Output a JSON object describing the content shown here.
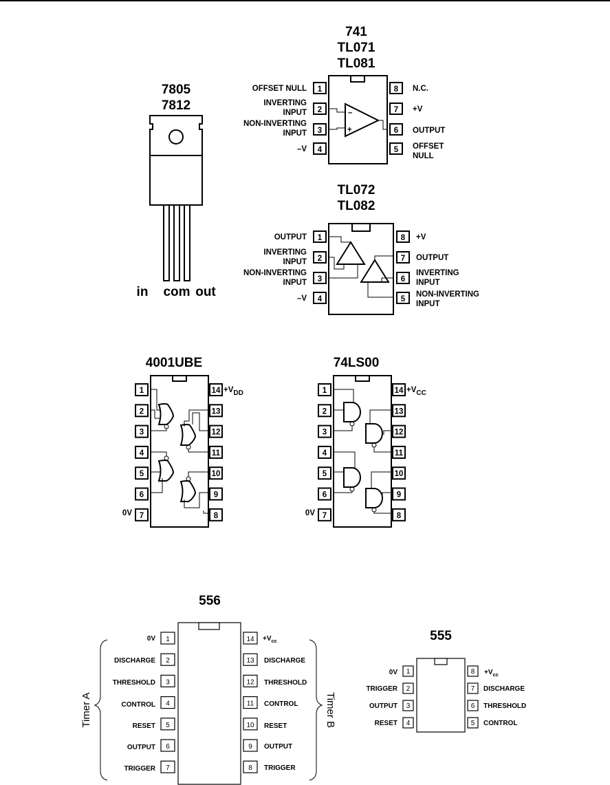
{
  "reg": {
    "title1": "7805",
    "title2": "7812",
    "pins": [
      "in",
      "com",
      "out"
    ]
  },
  "op741": {
    "title1": "741",
    "title2": "TL071",
    "title3": "TL081",
    "pins": {
      "1": "1",
      "2": "2",
      "3": "3",
      "4": "4",
      "5": "5",
      "6": "6",
      "7": "7",
      "8": "8"
    },
    "left": [
      "OFFSET NULL",
      "INVERTING",
      "INPUT",
      "NON-INVERTING",
      "INPUT",
      "–V"
    ],
    "right": [
      "N.C.",
      "+V",
      "OUTPUT",
      "OFFSET",
      "NULL"
    ],
    "minus": "–",
    "plus": "+"
  },
  "op072": {
    "title1": "TL072",
    "title2": "TL082",
    "left": [
      "OUTPUT",
      "INVERTING",
      "INPUT",
      "NON-INVERTING",
      "INPUT",
      "–V"
    ],
    "right": [
      "+V",
      "OUTPUT",
      "INVERTING",
      "INPUT",
      "NON-INVERTING",
      "INPUT"
    ]
  },
  "cmos4001": {
    "title": "4001UBE",
    "supply": "+V",
    "supply_sub": "DD",
    "ground": "0V"
  },
  "ttl74": {
    "title": "74LS00",
    "supply": "+V",
    "supply_sub": "CC",
    "ground": "0V"
  },
  "t556": {
    "title": "556",
    "left": [
      "0V",
      "DISCHARGE",
      "THRESHOLD",
      "CONTROL",
      "RESET",
      "OUTPUT",
      "TRIGGER"
    ],
    "right_supply": "+V",
    "right_supply_sub": "cc",
    "right": [
      "DISCHARGE",
      "THRESHOLD",
      "CONTROL",
      "RESET",
      "OUTPUT",
      "TRIGGER"
    ],
    "timer_a": "Timer A",
    "timer_b": "Timer B"
  },
  "t555": {
    "title": "555",
    "left": [
      "0V",
      "TRIGGER",
      "OUTPUT",
      "RESET"
    ],
    "right_supply": "+V",
    "right_supply_sub": "cc",
    "right": [
      "DISCHARGE",
      "THRESHOLD",
      "CONTROL"
    ]
  },
  "pin_numbers": [
    "1",
    "2",
    "3",
    "4",
    "5",
    "6",
    "7",
    "8",
    "9",
    "10",
    "11",
    "12",
    "13",
    "14"
  ]
}
